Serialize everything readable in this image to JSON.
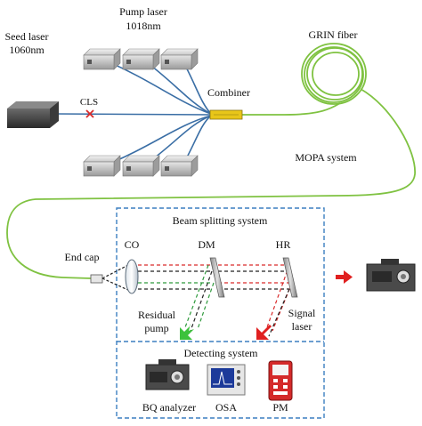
{
  "labels": {
    "seed_laser_line1": "Seed laser",
    "seed_laser_line2": "1060nm",
    "pump_laser_line1": "Pump laser",
    "pump_laser_line2": "1018nm",
    "cls": "CLS",
    "combiner": "Combiner",
    "grin_fiber": "GRIN fiber",
    "mopa_system": "MOPA system",
    "beam_splitting_system": "Beam splitting system",
    "end_cap": "End cap",
    "co": "CO",
    "dm": "DM",
    "hr": "HR",
    "residual_pump_line1": "Residual",
    "residual_pump_line2": "pump",
    "signal_laser_line1": "Signal",
    "signal_laser_line2": "laser",
    "detecting_system": "Detecting system",
    "bq_analyzer": "BQ analyzer",
    "osa": "OSA",
    "pm": "PM"
  },
  "colors": {
    "fiber": "#7fc241",
    "pump_fiber": "#3a6ea5",
    "signal_beam": "#d92b2b",
    "pump_beam": "#2e9a3c",
    "box_border": "#3c7fc0",
    "combiner": "#e8c619",
    "cls_mark": "#d92b2b",
    "pump_arrow": "#3cc23c",
    "signal_arrow": "#e02020",
    "pm_body": "#d42a2a"
  },
  "icons": {
    "seed_laser": "laser-box-icon",
    "pump_laser": "laser-box-icon",
    "bq_analyzer": "instrument-box-icon",
    "osa": "spectrum-analyzer-icon",
    "pm": "power-meter-icon"
  }
}
